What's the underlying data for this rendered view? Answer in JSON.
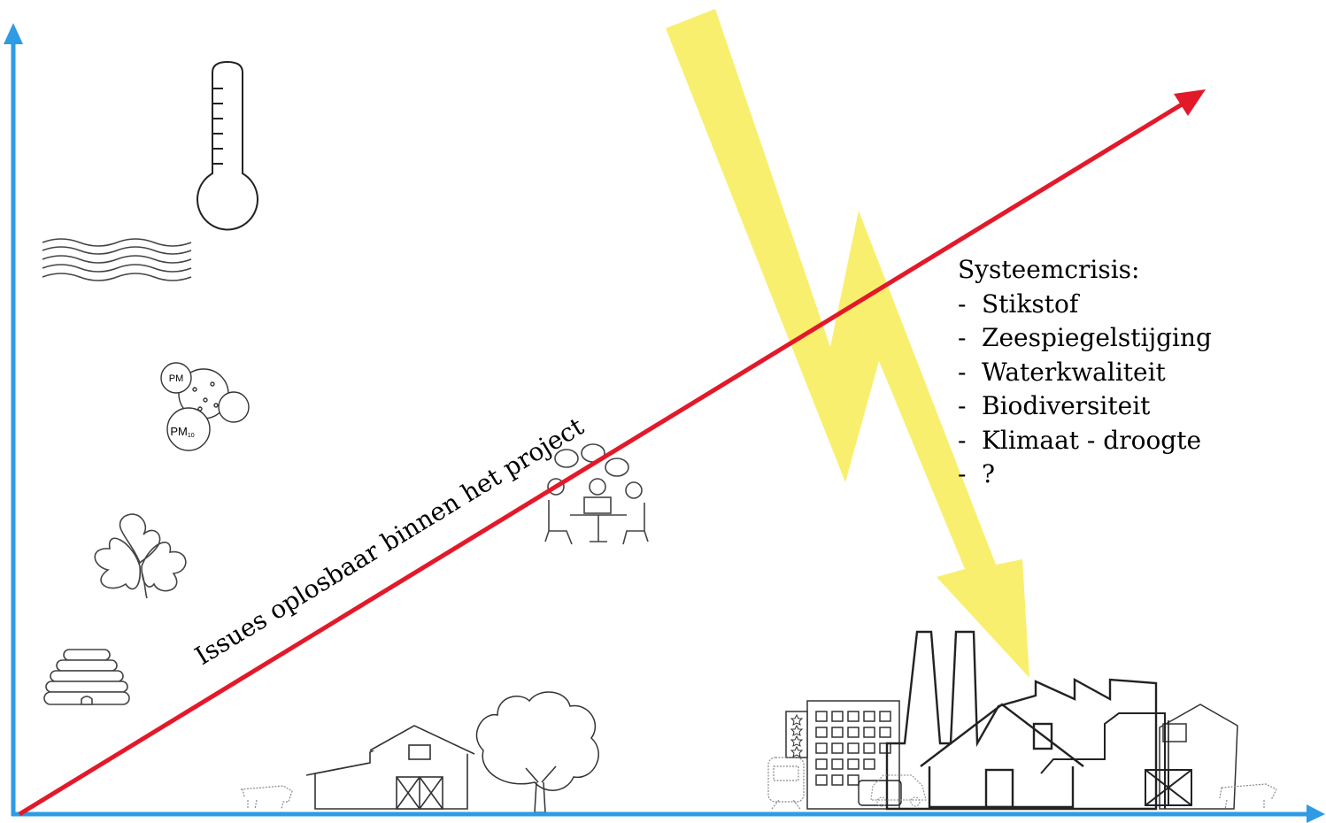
{
  "diagonal_label": "Issues oplosbaar binnen het project",
  "crisis": {
    "title": "Systeemcrisis:",
    "items": [
      "Stikstof",
      "Zeespiegelstijging",
      "Waterkwaliteit",
      "Biodiversiteit",
      "Klimaat - droogte",
      "?"
    ]
  },
  "pm_labels": {
    "large": "PM",
    "sub": "10",
    "small": "PM"
  },
  "icons": [
    "thermometer-icon",
    "waves-icon",
    "particulate-matter-icon",
    "clover-icon",
    "beehive-icon",
    "meeting-icon",
    "cow-icon",
    "barn-icon",
    "tree-icon",
    "factory-icon",
    "hotel-icon",
    "train-icon",
    "car-icon",
    "house-icon",
    "farm-shed-icon"
  ],
  "colors": {
    "axes": "#2e9be4",
    "diagonal": "#e3192a",
    "lightning": "#f9ef6e",
    "outline": "#222222"
  }
}
